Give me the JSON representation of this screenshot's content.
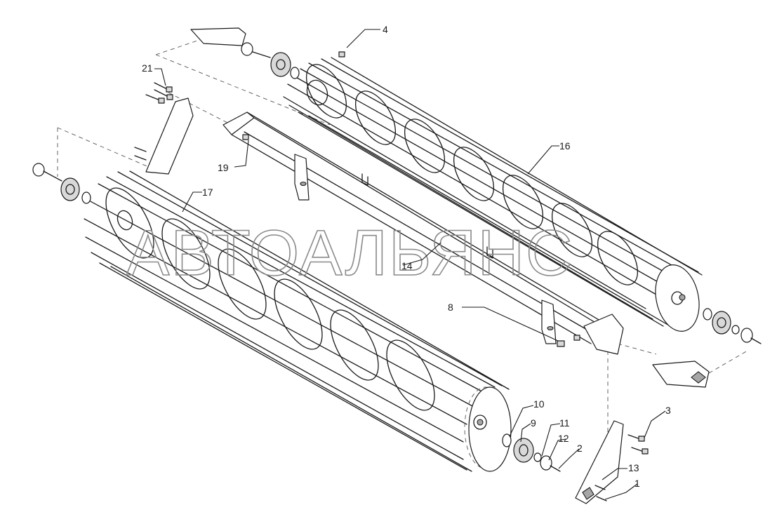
{
  "watermark": "АВТОАЛЬЯНС",
  "callouts": {
    "c1": "1",
    "c2": "2",
    "c3": "3",
    "c4": "4",
    "c8": "8",
    "c9": "9",
    "c10": "10",
    "c11": "11",
    "c12": "12",
    "c13": "13",
    "c14": "14",
    "c16": "16",
    "c17": "17",
    "c19": "19",
    "c21": "21"
  },
  "colors": {
    "line": "#1a1a1a",
    "watermark": "#8a8a8a",
    "background": "#ffffff"
  }
}
